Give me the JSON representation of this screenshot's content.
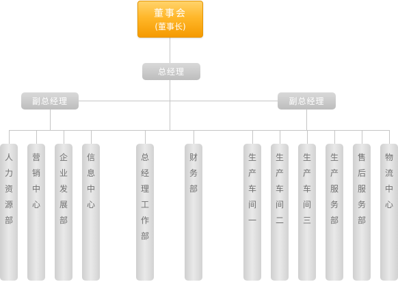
{
  "board": {
    "title": "董事会",
    "subtitle": "(董事长)"
  },
  "general_manager": "总经理",
  "vice_managers": [
    "副总经理",
    "副总经理"
  ],
  "departments": [
    "人力资源部",
    "营销中心",
    "企业发展部",
    "信息中心",
    "总经理工作部",
    "财务部",
    "生产车间一",
    "生产车间二",
    "生产车间三",
    "生产服务部",
    "售后服务部",
    "物流中心"
  ],
  "colors": {
    "board_fill": "#ffb72a",
    "box_fill": "#c8c8c8",
    "dept_fill": "#dddddd",
    "line": "#c4c4c4",
    "dept_text": "#6e6e6e"
  }
}
